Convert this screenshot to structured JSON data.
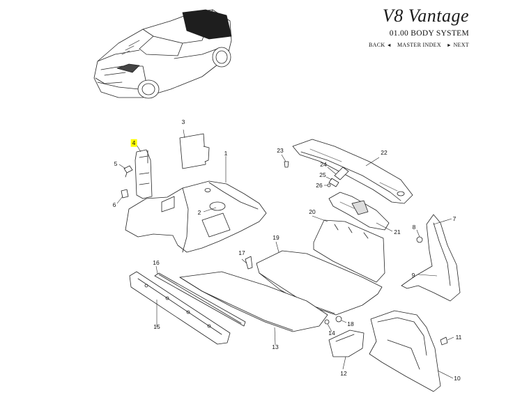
{
  "header": {
    "model": "V8 Vantage",
    "section": "01.00 BODY SYSTEM",
    "nav": {
      "back": "BACK",
      "master_index": "MASTER INDEX",
      "next": "NEXT"
    }
  },
  "highlight_color": "#ffff00",
  "callouts": {
    "c1": "1",
    "c2": "2",
    "c3": "3",
    "c4": "4",
    "c5": "5",
    "c6": "6",
    "c7": "7",
    "c8": "8",
    "c9": "9",
    "c10": "10",
    "c11": "11",
    "c12": "12",
    "c13": "13",
    "c14": "14",
    "c15": "15",
    "c16": "16",
    "c17": "17",
    "c18": "18",
    "c19": "19",
    "c20": "20",
    "c21": "21",
    "c22": "22",
    "c23": "23",
    "c24": "24",
    "c25": "25",
    "c26": "26"
  }
}
